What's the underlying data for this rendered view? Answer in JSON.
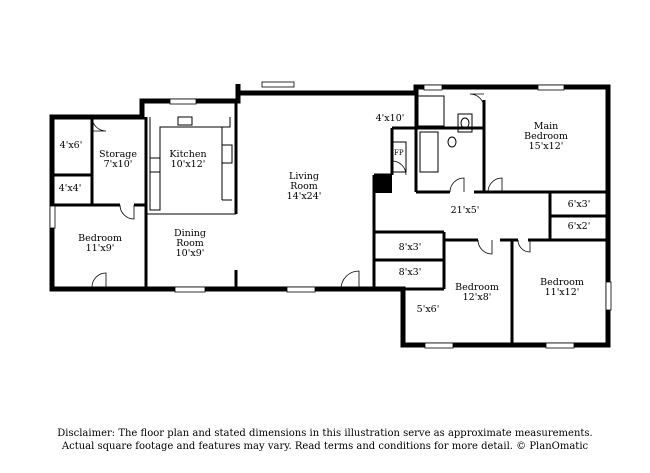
{
  "rooms": {
    "storage_closet": "4'x6'",
    "storage": {
      "name": "Storage",
      "dims": "7'x10'"
    },
    "kitchen": {
      "name": "Kitchen",
      "dims": "10'x12'"
    },
    "small_closet": "4'x4'",
    "bedroom_left": {
      "name": "Bedroom",
      "dims": "11'x9'"
    },
    "dining": {
      "name_line1": "Dining",
      "name_line2": "Room",
      "dims": "10'x9'"
    },
    "living": {
      "name_line1": "Living",
      "name_line2": "Room",
      "dims": "14'x24'"
    },
    "closet_top": "4'x10'",
    "fireplace": "FP",
    "main_bedroom": {
      "name_line1": "Main",
      "name_line2": "Bedroom",
      "dims": "15'x12'"
    },
    "hallway": "21'x5'",
    "closet_6x3": "6'x3'",
    "closet_6x2": "6'x2'",
    "closet_8x3_a": "8'x3'",
    "closet_8x3_b": "8'x3'",
    "bedroom_mid": {
      "name": "Bedroom",
      "dims": "12'x8'"
    },
    "bath": "5'x6'",
    "bedroom_right": {
      "name": "Bedroom",
      "dims": "11'x12'"
    }
  },
  "disclaimer": {
    "line1": "Disclaimer: The floor plan and stated dimensions in this illustration serve as approximate measurements.",
    "line2": "Actual square footage and features may vary. Read terms and conditions for more detail. © PlanOmatic"
  }
}
